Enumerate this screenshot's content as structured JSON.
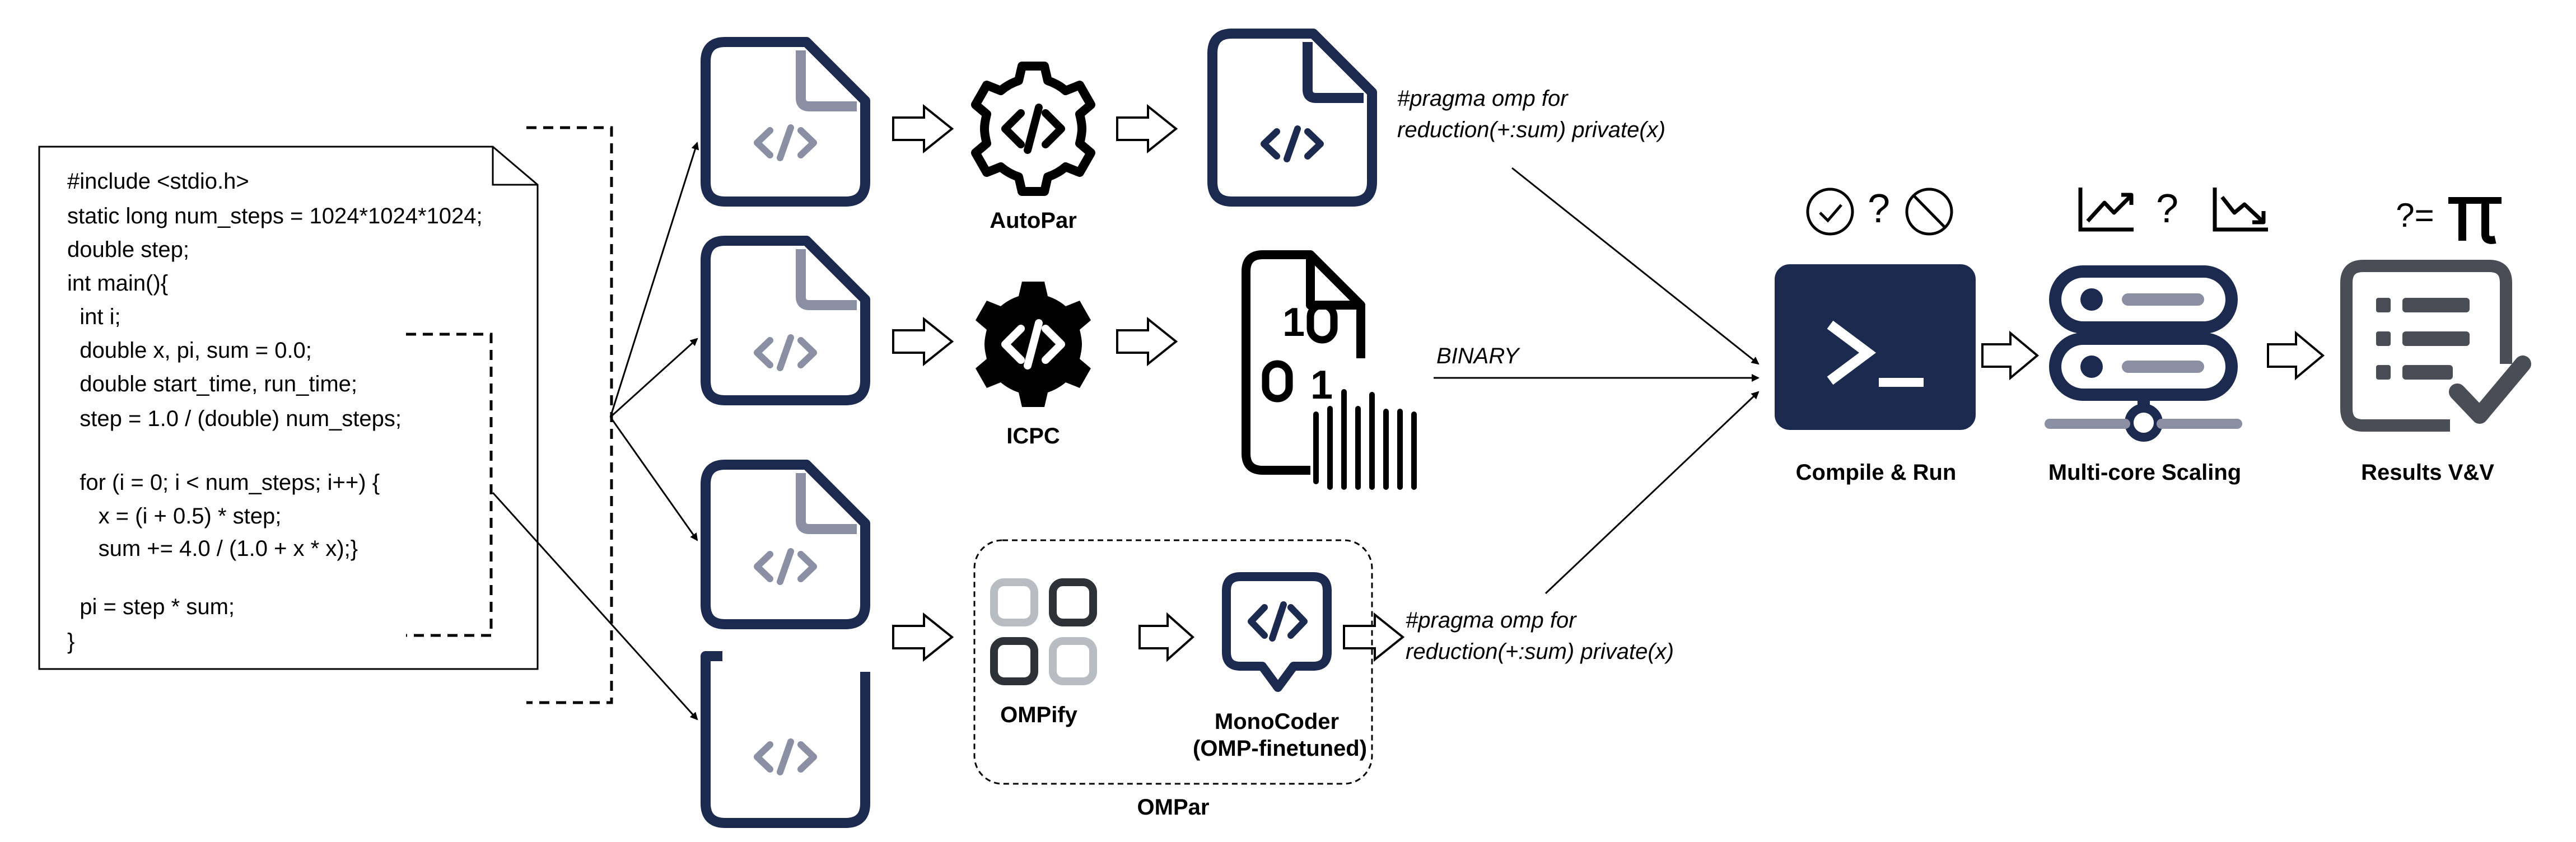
{
  "code": {
    "lines": [
      "#include <stdio.h>",
      "static long num_steps = 1024*1024*1024;",
      "double step;",
      "int main(){",
      "  int i;",
      "  double x, pi, sum = 0.0;",
      "  double start_time, run_time;",
      "  step = 1.0 / (double) num_steps;",
      "  for (i = 0; i < num_steps; i++) {",
      "     x = (i + 0.5) * step;",
      "     sum += 4.0 / (1.0 + x * x);}",
      "  pi = step * sum;",
      "}"
    ]
  },
  "tools": {
    "autopar": "AutoPar",
    "icpc": "ICPC",
    "ompify": "OMPify",
    "monocoder_line1": "MonoCoder",
    "monocoder_line2": "(OMP-finetuned)",
    "ompar": "OMPar"
  },
  "annotations": {
    "pragma_top_1": "#pragma omp for",
    "pragma_top_2": "reduction(+:sum) private(x)",
    "binary": "BINARY",
    "pragma_bottom_1": "#pragma omp for",
    "pragma_bottom_2": "reduction(+:sum) private(x)"
  },
  "stages": {
    "compile_run": "Compile & Run",
    "multicore": "Multi-core Scaling",
    "results": "Results V&V",
    "compile_icons": "?",
    "scaling_icons": "?",
    "results_icon": "?="
  },
  "colors": {
    "navy": "#1d2a4f",
    "gray": "#8a8fa3",
    "light_gray": "#b9bcc2",
    "dark_gray": "#4a4d55"
  }
}
